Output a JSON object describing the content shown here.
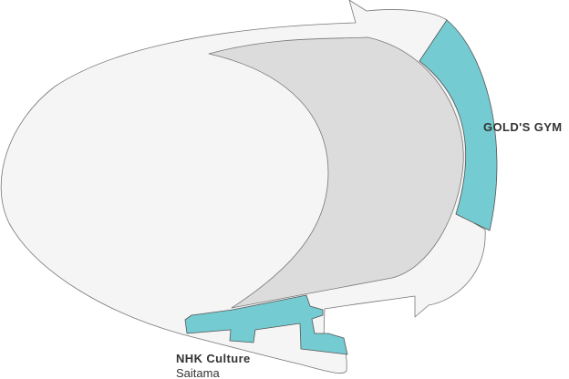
{
  "colors": {
    "store_fill": "#74cbd1",
    "atrium_fill": "#dcdcdc",
    "floor_fill": "#f5f5f5",
    "outline": "#777777"
  },
  "stores": {
    "golds_gym": {
      "name": "GOLD'S GYM"
    },
    "nhk_culture": {
      "name": "NHK Culture",
      "location": "Saitama"
    }
  }
}
